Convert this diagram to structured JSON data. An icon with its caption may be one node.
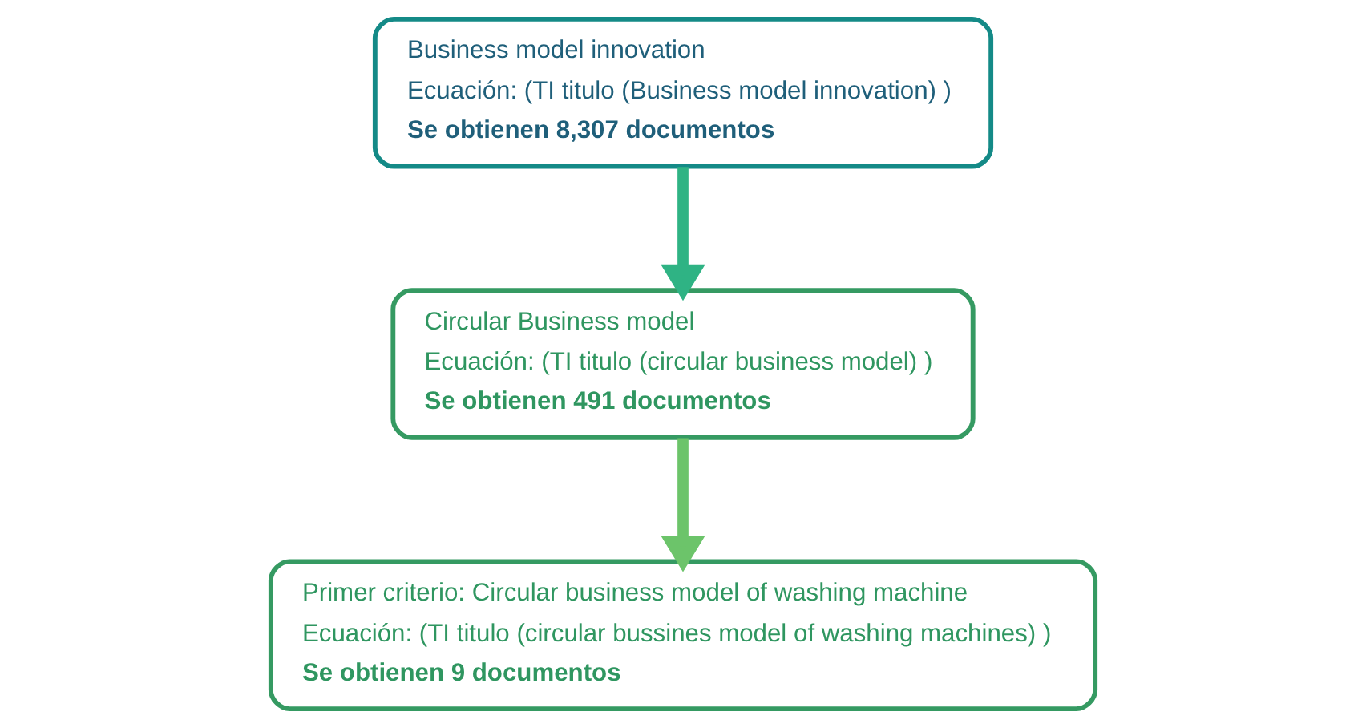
{
  "diagram": {
    "nodes": [
      {
        "text": [
          "Business model innovation",
          "Ecuación: (TI titulo (Business model innovation) )",
          "Se obtienen 8,307 documentos"
        ]
      },
      {
        "text": [
          "Circular Business model",
          "Ecuación: (TI titulo (circular business model) )",
          "Se obtienen 491 documentos"
        ]
      },
      {
        "text": [
          "Primer criterio: Circular business model of washing machine",
          "Ecuación: (TI titulo (circular bussines model of washing machines) )",
          "Se obtienen 9 documentos"
        ]
      }
    ],
    "edges": [
      {
        "from": 0,
        "to": 1,
        "arrow": "to"
      },
      {
        "from": 1,
        "to": 2,
        "arrow": "to"
      }
    ]
  }
}
